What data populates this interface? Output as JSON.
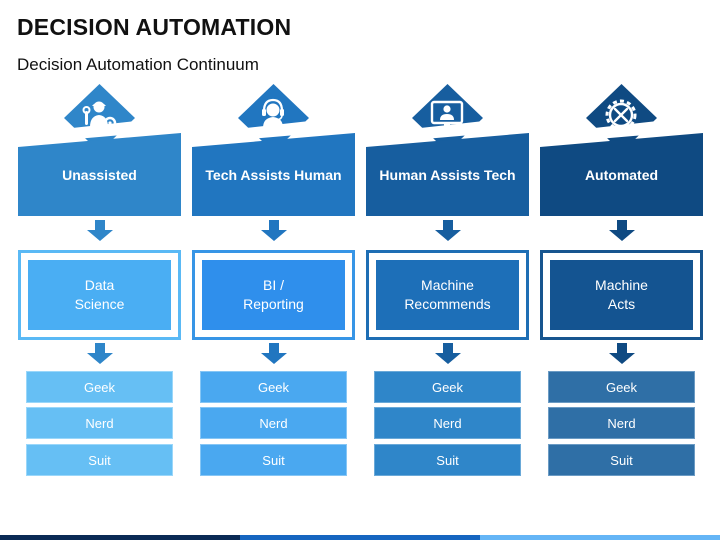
{
  "title": "DECISION AUTOMATION",
  "subtitle": "Decision Automation Continuum",
  "columns": [
    {
      "header": "Unassisted",
      "icon": "engineer-icon",
      "box_lines": [
        "Data",
        "Science"
      ],
      "rows": [
        "Geek",
        "Nerd",
        "Suit"
      ],
      "colors": {
        "header": "#2f86c9",
        "box_border": "#5ab9f5",
        "box_fill": "#4aaef3",
        "row": "#66bff4",
        "row_border": "#9ad7fa",
        "arrow": "#2f86c9"
      }
    },
    {
      "header": "Tech Assists Human",
      "icon": "headset-agent-icon",
      "box_lines": [
        "BI /",
        "Reporting"
      ],
      "rows": [
        "Geek",
        "Nerd",
        "Suit"
      ],
      "colors": {
        "header": "#2176c0",
        "box_border": "#3795e6",
        "box_fill": "#2f8fec",
        "row": "#4aa8f0",
        "row_border": "#86c6f5",
        "arrow": "#2176c0"
      }
    },
    {
      "header": "Human Assists Tech",
      "icon": "monitor-user-icon",
      "box_lines": [
        "Machine",
        "Recommends"
      ],
      "rows": [
        "Geek",
        "Nerd",
        "Suit"
      ],
      "colors": {
        "header": "#175e9f",
        "box_border": "#1e6eb4",
        "box_fill": "#1d6fb8",
        "row": "#2f86c9",
        "row_border": "#6aa9d8",
        "arrow": "#175e9f"
      }
    },
    {
      "header": "Automated",
      "icon": "gear-tools-icon",
      "box_lines": [
        "Machine",
        "Acts"
      ],
      "rows": [
        "Geek",
        "Nerd",
        "Suit"
      ],
      "colors": {
        "header": "#0f4a82",
        "box_border": "#17558f",
        "box_fill": "#145491",
        "row": "#2f6fa6",
        "row_border": "#6b9bc4",
        "arrow": "#0f4a82"
      }
    }
  ],
  "footer_colors": [
    "#0a2a55",
    "#1565c0",
    "#64b5f6"
  ]
}
